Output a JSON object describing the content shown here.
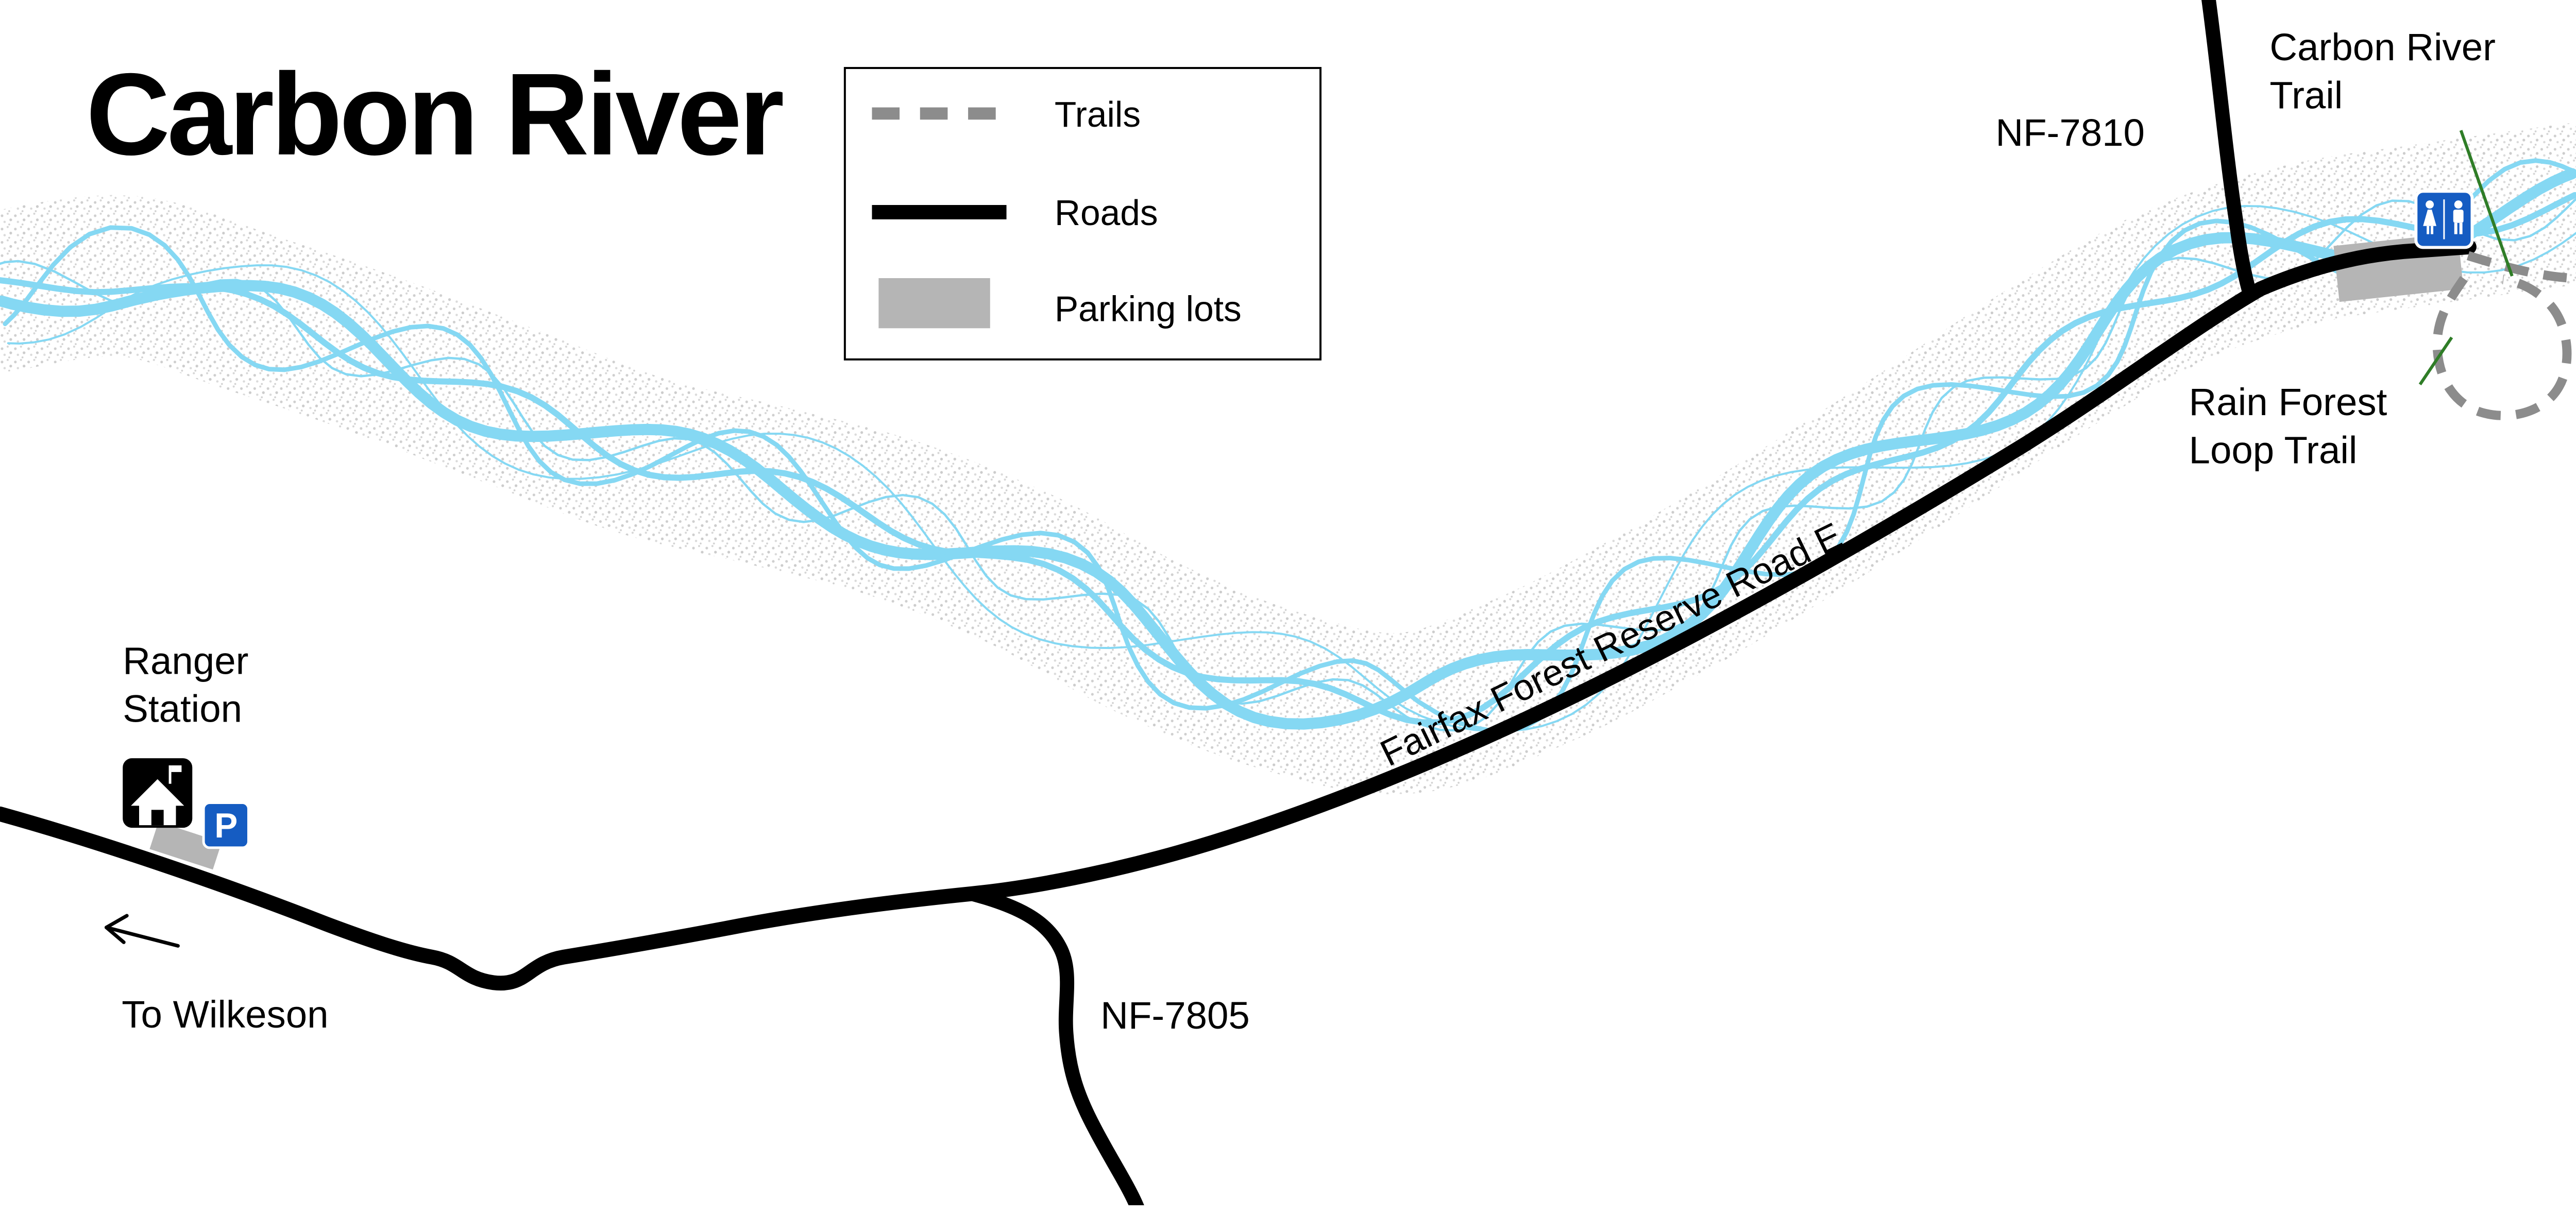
{
  "title": "Carbon River",
  "legend": {
    "items": [
      {
        "label": "Trails",
        "symbol": "dashed-line"
      },
      {
        "label": "Roads",
        "symbol": "solid-line"
      },
      {
        "label": "Parking lots",
        "symbol": "filled-rect"
      }
    ]
  },
  "labels": {
    "nf_7810": "NF-7810",
    "nf_7805": "NF-7805",
    "fairfax_road": "Fairfax Forest Reserve Road E",
    "carbon_river_trail_line1": "Carbon River",
    "carbon_river_trail_line2": "Trail",
    "rain_forest_loop_line1": "Rain Forest",
    "rain_forest_loop_line2": "Loop Trail",
    "ranger_station_line1": "Ranger",
    "ranger_station_line2": "Station",
    "to_wilkeson": "To Wilkeson",
    "parking_icon_letter": "P"
  },
  "colors": {
    "river": "#85D8F3",
    "riverbed_stipple": "#CFCFCF",
    "road": "#000000",
    "trail": "#8C8C8C",
    "parking_lot": "#B5B5B5",
    "leader_line": "#2F7D27",
    "sign_blue": "#155CC2",
    "text": "#000000"
  }
}
